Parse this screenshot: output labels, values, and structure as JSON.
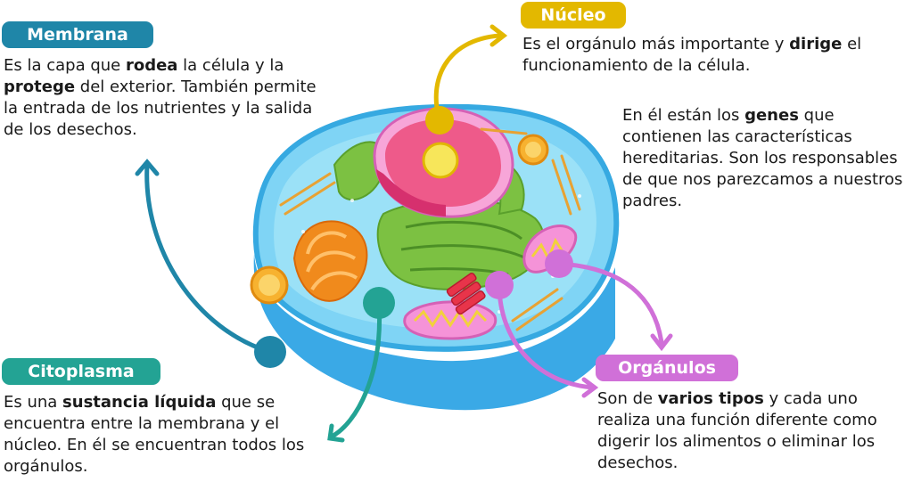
{
  "colors": {
    "membrana": "#1f86a8",
    "nucleo": "#e3b800",
    "citoplasma": "#23a394",
    "organulos": "#d070d8"
  },
  "membrana": {
    "title": "Membrana",
    "parts": [
      "Es la capa que ",
      "rodea",
      " la célula y la ",
      "protege",
      " del exterior. También permite la entrada de los nutrientes y la salida de los desechos."
    ]
  },
  "nucleo": {
    "title": "Núcleo",
    "parts": [
      "Es el orgánulo más importante y ",
      "dirige",
      " el funcionamiento de la célula."
    ],
    "extra_parts": [
      "En él están los ",
      "genes",
      " que contienen las características hereditarias. Son los responsables de que nos parezcamos a nuestros padres."
    ]
  },
  "citoplasma": {
    "title": "Citoplasma",
    "parts": [
      "Es una ",
      "sustancia líquida",
      " que se encuentra entre la membrana y el núcleo. En él se encuentran todos los orgánulos."
    ]
  },
  "organulos": {
    "title": "Orgánulos",
    "parts": [
      "Son de ",
      "varios tipos",
      " y cada uno realiza una función diferente como digerir los alimentos o eliminar los desechos."
    ]
  }
}
